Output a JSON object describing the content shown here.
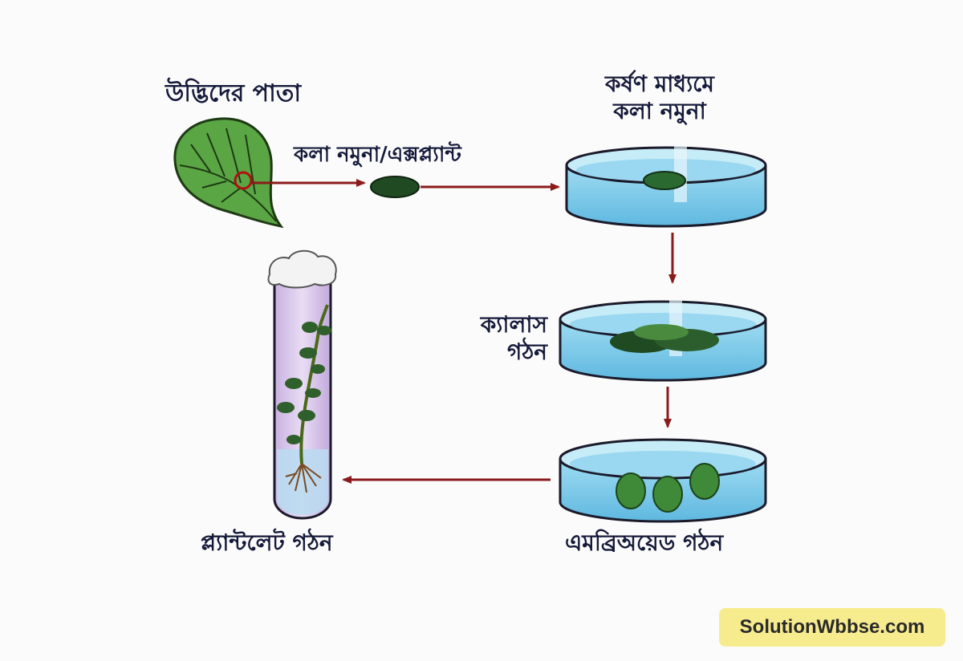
{
  "labels": {
    "leaf": "উদ্ভিদের পাতা",
    "explant": "কলা নমুনা/এক্সপ্ল্যান্ট",
    "culture_line1": "কর্ষণ মাধ্যমে",
    "culture_line2": "কলা নমুনা",
    "callus_line1": "ক্যালাস",
    "callus_line2": "গঠন",
    "plantlet": "প্ল্যান্টলেট গঠন",
    "embryoid": "এমব্রিঅয়েড গঠন"
  },
  "watermark": "SolutionWbbse.com",
  "colors": {
    "arrow": "#8b1a1a",
    "medium": "#7fd0ee",
    "leaf": "#4f9a3a",
    "tube": "#d9c6ea",
    "watermark_bg": "#f6ec8e"
  }
}
